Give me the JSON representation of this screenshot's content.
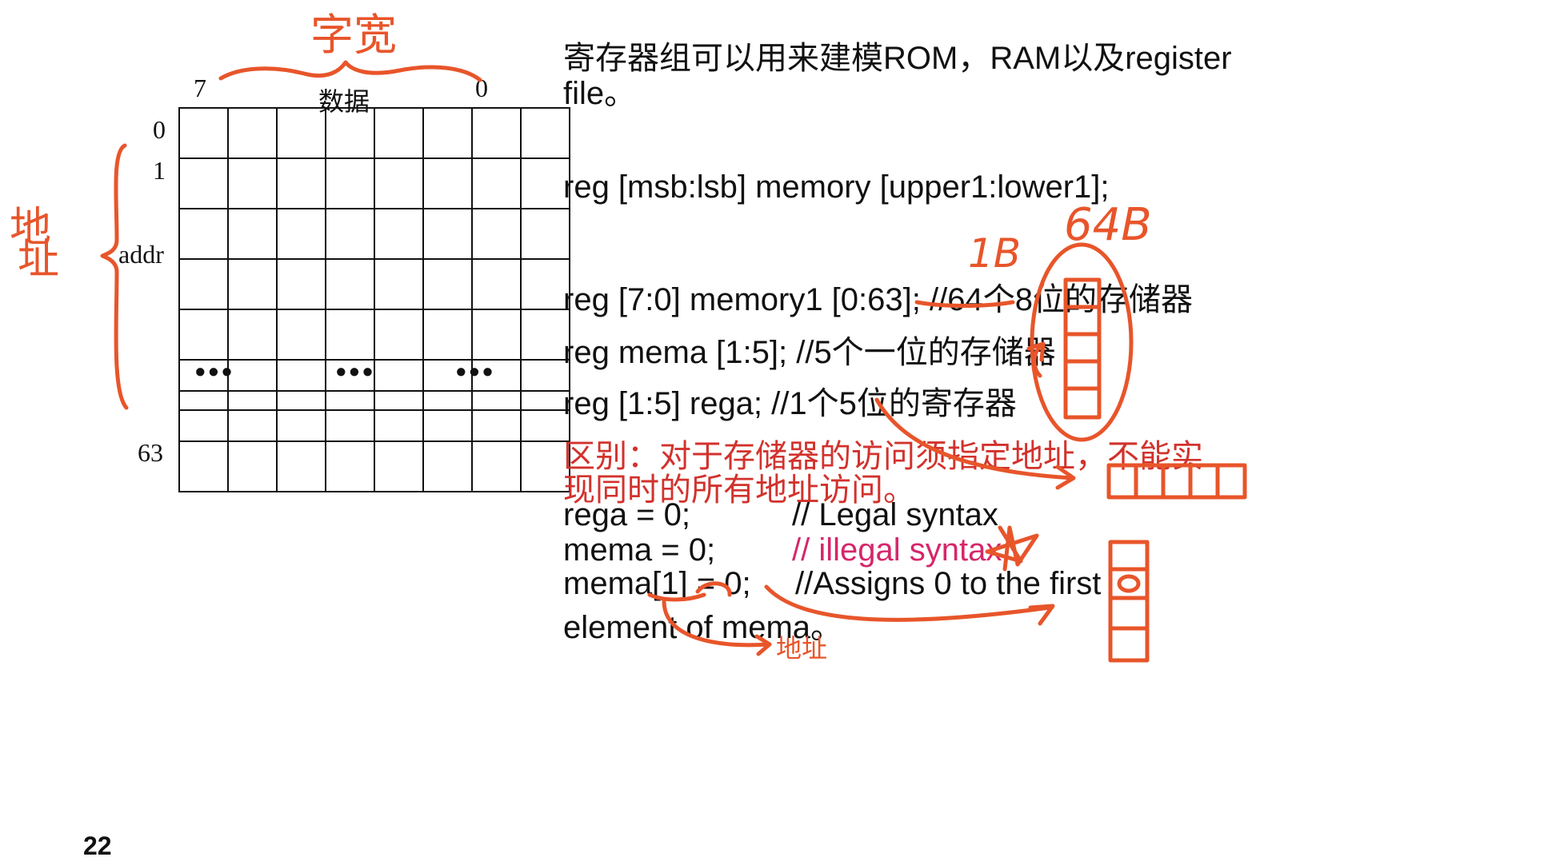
{
  "diagram": {
    "bit_high": "7",
    "bit_low": "0",
    "data_label": "数据",
    "addr_label": "addr",
    "row0": "0",
    "row1": "1",
    "row_last": "63",
    "dots": "•••"
  },
  "text": {
    "intro_line1": "寄存器组可以用来建模ROM，RAM以及register",
    "intro_line2": "file。",
    "syntax": "reg [msb:lsb]  memory  [upper1:lower1];",
    "ex1_code": "reg  [7:0] memory1 [0:63]; ",
    "ex1_comment": "//64个8位的存储器",
    "ex2_code": "reg mema [1:5];   ",
    "ex2_comment": "//5个一位的存储器",
    "ex3_code": "reg [1:5] rega;       ",
    "ex3_comment": "//1个5位的寄存器",
    "diff_line1": "区别：对于存储器的访问须指定地址，不能实",
    "diff_line2": "现同时的所有地址访问。",
    "a1_code": "rega = 0;",
    "a1_comment": "// Legal syntax",
    "a2_code": "mema = 0;",
    "a2_comment": "// illegal syntax",
    "a3_code": "mema[1] = 0;",
    "a3_comment": "//Assigns 0 to the first",
    "a4_line": "element of mema。"
  },
  "annotations": {
    "width_note": "字宽",
    "addr_note_1": "地",
    "addr_note_2": "址",
    "size_1b": "1B",
    "size_64b": "64B",
    "addr_note_bottom": "地址"
  },
  "page_number": "22",
  "colors": {
    "annotation": "#e8552a",
    "red_text": "#d2322d",
    "pink_text": "#d6266a"
  }
}
